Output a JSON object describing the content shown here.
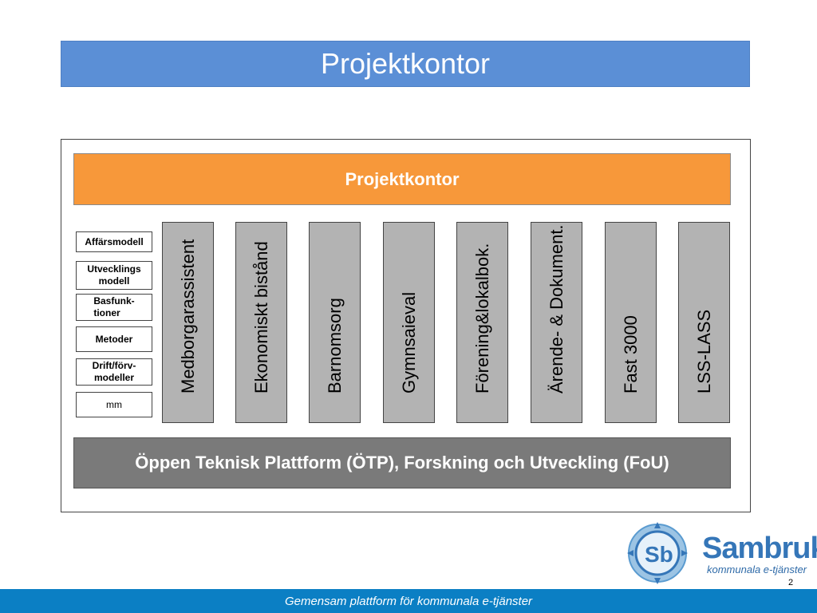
{
  "slide": {
    "title": "Projektkontor",
    "page_number": "2"
  },
  "diagram": {
    "top_box": "Projektkontor",
    "side_items": [
      {
        "label": "Affärsmodell",
        "style": "dark"
      },
      {
        "label": "Utvecklings\nmodell",
        "style": "light"
      },
      {
        "label": "Basfunk-\ntioner",
        "style": "white"
      },
      {
        "label": "Metoder",
        "style": "white"
      },
      {
        "label": "Drift/förv-\nmodeller",
        "style": "white"
      },
      {
        "label": "mm",
        "style": "dark"
      }
    ],
    "columns": [
      "Medborgarassistent",
      "Ekonomiskt bistånd",
      "Barnomsorg",
      "Gymnsaieval",
      "Förening&lokalbok.",
      "Ärende- & Dokument.",
      "Fast 3000",
      "LSS-LASS"
    ],
    "bottom_box": "Öppen Teknisk Plattform (ÖTP), Forskning och Utveckling (FoU)"
  },
  "logo": {
    "brand": "Sambruk",
    "tagline": "kommunala e-tjänster",
    "icon": "sambruk-sb-emblem-icon"
  },
  "footer": {
    "text": "Gemensam plattform för kommunala e-tjänster"
  },
  "colors": {
    "title_bar": "#5b8fd6",
    "top_box": "#f7983a",
    "columns": "#b3b3b3",
    "bottom_box": "#7a7a7a",
    "footer": "#0b7fc4",
    "brand": "#3576b8"
  }
}
